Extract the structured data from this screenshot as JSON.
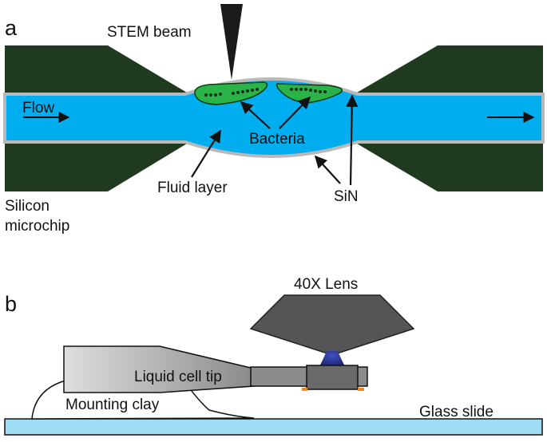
{
  "panel_a": {
    "letter": "a",
    "labels": {
      "beam": "STEM beam",
      "flow": "Flow",
      "bacteria": "Bacteria",
      "fluid": "Fluid layer",
      "sin": "SiN",
      "chip_line1": "Silicon",
      "chip_line2": "microchip"
    },
    "colors": {
      "silicon": "#1f3a1f",
      "fluid": "#00aeef",
      "sin": "#b9b9b9",
      "bacteria": "#2bb34a",
      "bacteria_dots": "#163016",
      "beam": "#1a1a1a"
    }
  },
  "panel_b": {
    "letter": "b",
    "labels": {
      "lens": "40X Lens",
      "tip": "Liquid cell tip",
      "clay": "Mounting clay",
      "slide": "Glass slide"
    },
    "colors": {
      "lens": "#555555",
      "light": "#2b3590",
      "slide": "#9fdcf5",
      "tip_light": "#dcdcdc",
      "tip_dark": "#8c8c8c",
      "chip_pad": "#f08a24"
    }
  }
}
